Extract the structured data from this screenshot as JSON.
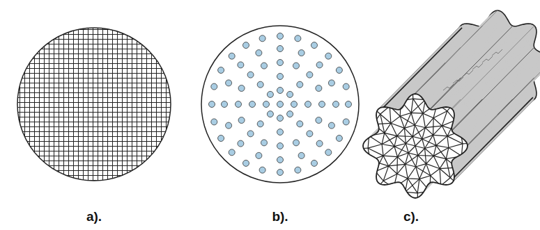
{
  "diagram": {
    "labels": [
      "a).",
      "b).",
      "c)."
    ]
  }
}
